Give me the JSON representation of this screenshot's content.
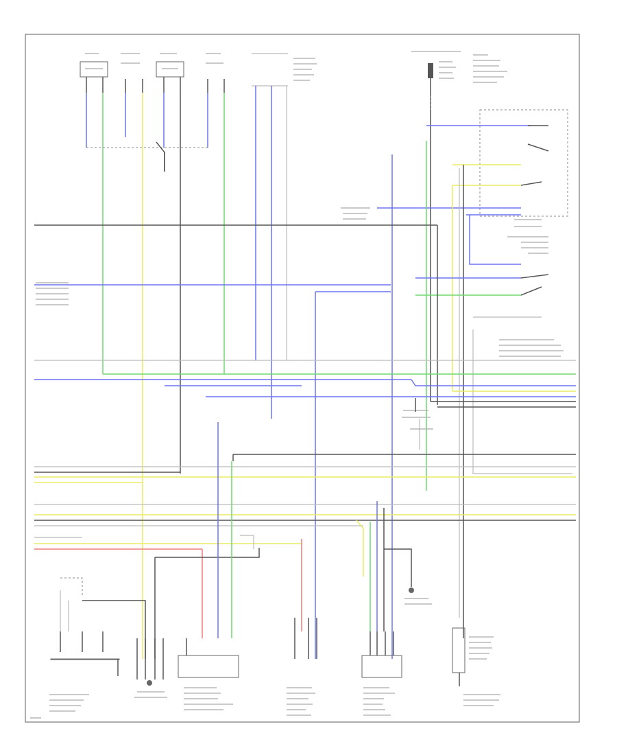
{
  "page": {
    "footer_mark": ""
  },
  "components": [
    {
      "id": "sensor_1",
      "label": "",
      "type": "sensor-connector"
    },
    {
      "id": "sensor_2",
      "label": "",
      "type": "sensor-connector"
    },
    {
      "id": "sensor_3",
      "label": "",
      "type": "sensor-connector"
    },
    {
      "id": "sensor_4",
      "label": "",
      "type": "sensor-connector"
    },
    {
      "id": "fuse_relay_block",
      "label": "",
      "type": "relay-block"
    },
    {
      "id": "control_module",
      "label": "",
      "type": "module"
    },
    {
      "id": "left_sensor_cluster",
      "label": "",
      "type": "sensor"
    },
    {
      "id": "ground_point_left",
      "label": "",
      "type": "ground"
    },
    {
      "id": "center_module",
      "label": "",
      "type": "module"
    },
    {
      "id": "center_right_connector",
      "label": "",
      "type": "connector"
    },
    {
      "id": "right_module",
      "label": "",
      "type": "module"
    },
    {
      "id": "ground_point_right",
      "label": "",
      "type": "ground"
    },
    {
      "id": "fuel_sender",
      "label": "",
      "type": "sender"
    }
  ],
  "wires": [
    {
      "color": "#555555",
      "name": "black"
    },
    {
      "color": "#6b73f2",
      "name": "blue"
    },
    {
      "color": "#6fd96f",
      "name": "green"
    },
    {
      "color": "#ecec63",
      "name": "yellow"
    },
    {
      "color": "#f07a7a",
      "name": "red"
    },
    {
      "color": "#bbbbbb",
      "name": "gray"
    }
  ]
}
